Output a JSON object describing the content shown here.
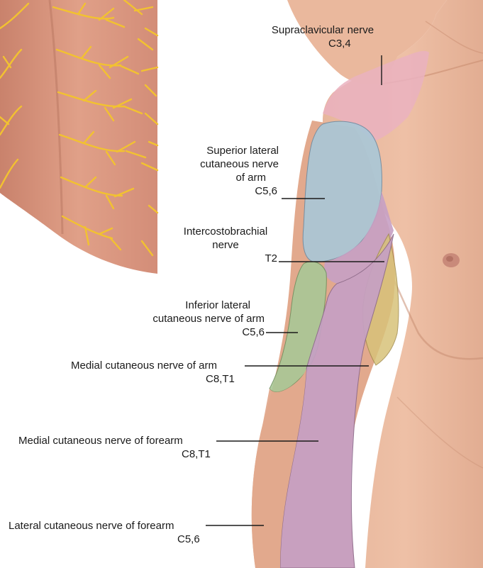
{
  "labels": {
    "supraclavicular": {
      "name": "Supraclavicular nerve",
      "roots": "C3,4"
    },
    "superior_lateral": {
      "line1": "Superior lateral",
      "line2": "cutaneous nerve",
      "line3": "of arm",
      "roots": "C5,6"
    },
    "intercostobrachial": {
      "line1": "Intercostobrachial",
      "line2": "nerve",
      "roots": "T2"
    },
    "inferior_lateral": {
      "line1": "Inferior lateral",
      "line2": "cutaneous nerve of arm",
      "roots": "C5,6"
    },
    "medial_arm": {
      "name": "Medial cutaneous nerve of arm",
      "roots": "C8,T1"
    },
    "medial_forearm": {
      "name": "Medial cutaneous nerve of forearm",
      "roots": "C8,T1"
    },
    "lateral_forearm": {
      "name": "Lateral cutaneous nerve of forearm",
      "roots": "C5,6"
    }
  },
  "colors": {
    "skin": "#e8b89c",
    "skin_shadow": "#c98e72",
    "back_skin": "#d9907a",
    "nerve_yellow": "#f2c230",
    "supraclavicular_pink": "#eab2c0",
    "superior_lateral_blue": "#a9c8d8",
    "inferior_lateral_green": "#a9c896",
    "intercostobrachial_purple": "#c6a0c4",
    "medial_yellow": "#d8c27a",
    "leader_line": "#1a1a1a"
  }
}
